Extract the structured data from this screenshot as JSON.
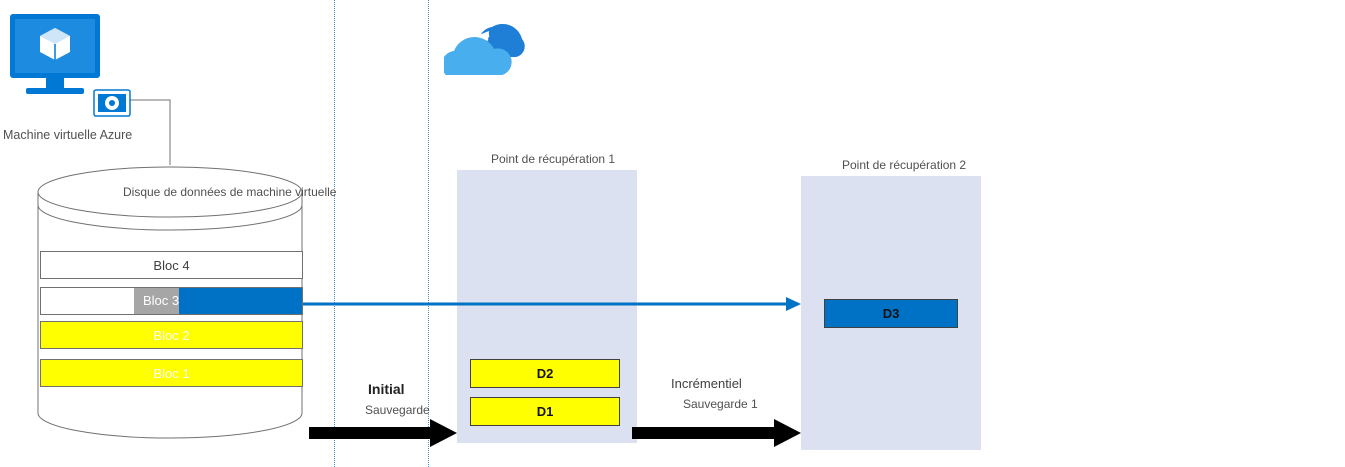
{
  "vm": {
    "label": "Machine virtuelle Azure"
  },
  "disk": {
    "label": "Disque de données de machine virtuelle",
    "blocks": [
      {
        "label": "Bloc 4"
      },
      {
        "label": "Bloc 3"
      },
      {
        "label": "Bloc 2"
      },
      {
        "label": "Bloc 1"
      }
    ]
  },
  "backup_initial": {
    "title": "Initial",
    "subtitle": "Sauvegarde"
  },
  "backup_incremental": {
    "title": "Incrémentiel",
    "subtitle": "Sauvegarde 1"
  },
  "recovery_point_1": {
    "label": "Point de récupération 1",
    "items": [
      {
        "label": "D2"
      },
      {
        "label": "D1"
      }
    ]
  },
  "recovery_point_2": {
    "label": "Point de récupération 2",
    "items": [
      {
        "label": "D3"
      }
    ]
  },
  "colors": {
    "azure_blue": "#0072c6",
    "yellow": "#ffff00",
    "gray": "#a6a6a6",
    "recovery_box": "#dbe1f1",
    "arrow": "#000000"
  },
  "icons": {
    "vm": "azure-vm-icon",
    "cloud": "azure-backup-cloud-icon"
  }
}
